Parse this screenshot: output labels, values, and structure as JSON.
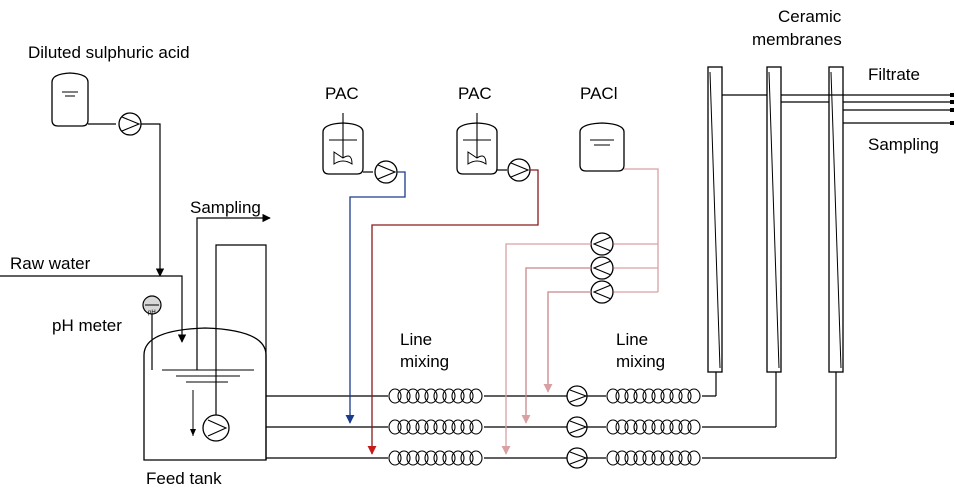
{
  "labels": {
    "diluted_acid": "Diluted sulphuric acid",
    "raw_water": "Raw water",
    "ph_meter": "pH meter",
    "sampling_feed": "Sampling",
    "feed_tank": "Feed tank",
    "pac_1": "PAC",
    "pac_2": "PAC",
    "pacl": "PACl",
    "line_mixing_1_a": "Line",
    "line_mixing_1_b": "mixing",
    "line_mixing_2_a": "Line",
    "line_mixing_2_b": "mixing",
    "ceramic_a": "Ceramic",
    "ceramic_b": "membranes",
    "filtrate": "Filtrate",
    "sampling_out": "Sampling",
    "ph_badge": "pH"
  },
  "colors": {
    "line": "#000000",
    "pac_blue": "#1a3a8c",
    "pac_dark_red": "#8b1a1a",
    "pac_red": "#c41a1a",
    "pacl_pink": "#d9a0a4",
    "pacl_pink_dark": "#c8878c"
  }
}
